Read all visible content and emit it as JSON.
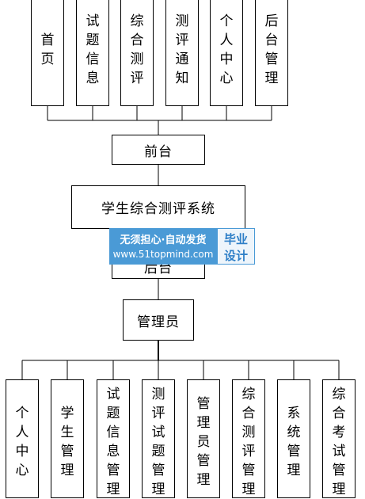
{
  "top_modules": [
    "首页",
    "试题信息",
    "综合测评",
    "测评通知",
    "个人中心",
    "后台管理"
  ],
  "front": "前台",
  "system": "学生综合测评系统",
  "backend": "后台",
  "admin": "管理员",
  "bottom_modules": [
    "个人中心",
    "学生管理",
    "试题信息管理",
    "测评试题管理",
    "管理员管理",
    "综合测评管理",
    "系统管理",
    "综合考试管理"
  ],
  "watermark": {
    "line1": "无须担心·自动发货",
    "line2": "www.51topmind.com",
    "badge_line1": "毕业",
    "badge_line2": "设计"
  }
}
